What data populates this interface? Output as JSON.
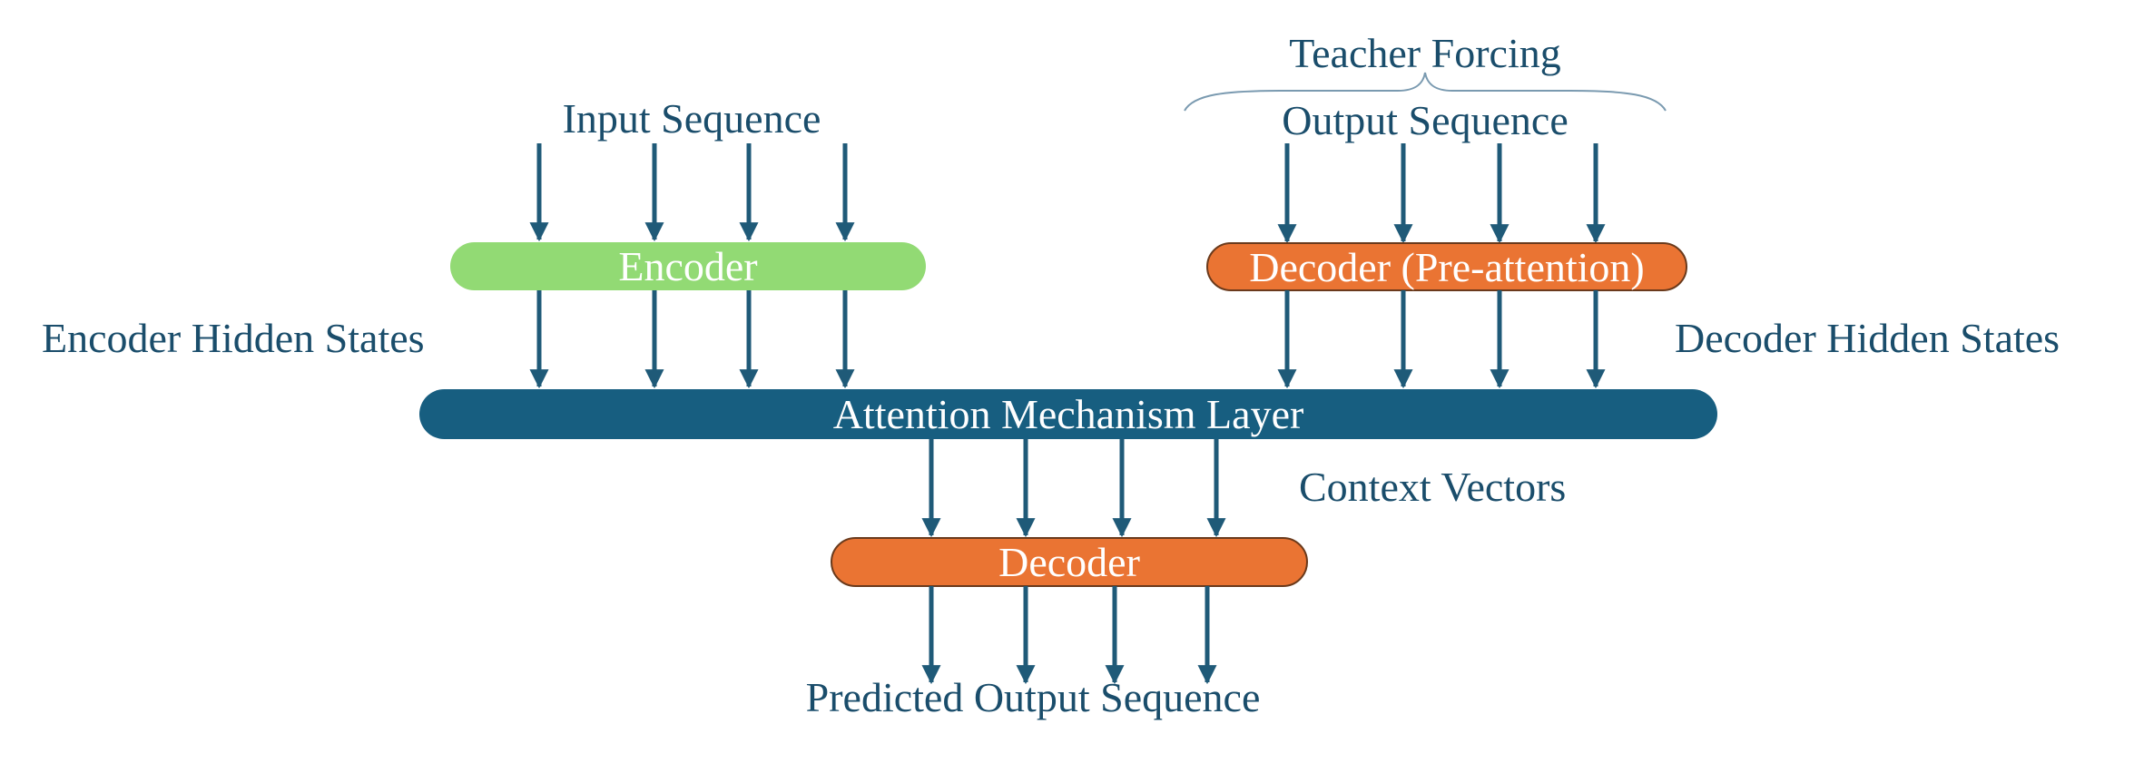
{
  "labels": {
    "teacher_forcing": "Teacher Forcing",
    "input_sequence": "Input Sequence",
    "output_sequence": "Output Sequence",
    "encoder_hidden_states": "Encoder Hidden States",
    "decoder_hidden_states": "Decoder Hidden States",
    "context_vectors": "Context Vectors",
    "predicted_output_sequence": "Predicted Output Sequence"
  },
  "blocks": {
    "encoder": "Encoder",
    "decoder_pre_attention": "Decoder (Pre-attention)",
    "attention_layer": "Attention Mechanism Layer",
    "decoder": "Decoder"
  },
  "colors": {
    "text": "#1a4d6b",
    "arrow": "#1f5a78",
    "encoder_fill": "#92da74",
    "decoder_fill": "#ea7433",
    "attention_fill": "#175e80",
    "box_stroke": "#6a3a1c",
    "brace": "#7a9ab0",
    "box_text": "#ffffff"
  }
}
